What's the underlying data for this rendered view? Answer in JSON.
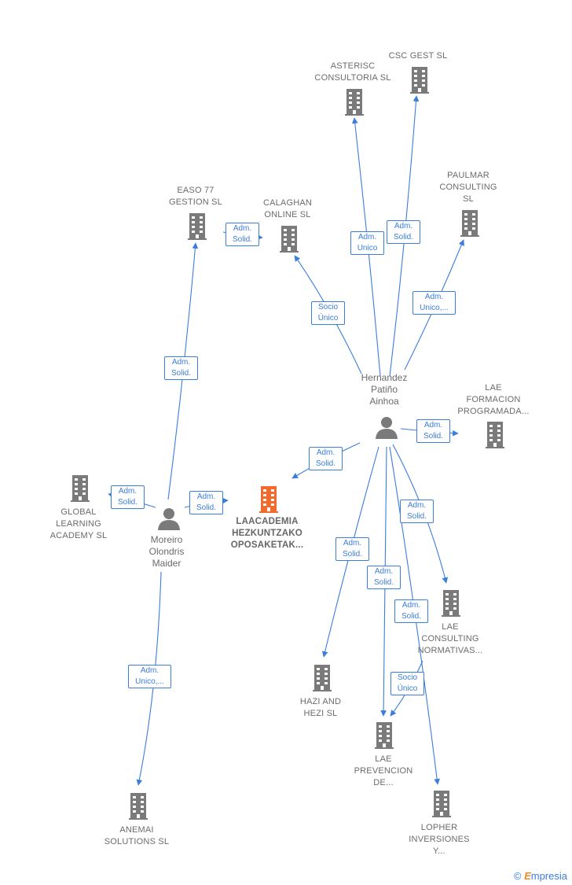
{
  "colors": {
    "edge": "#3b7ddd",
    "company": "#7a7a7a",
    "focus": "#f26a2e",
    "person": "#7a7a7a"
  },
  "nodes": {
    "asterisc": [
      "ASTERISC",
      "CONSULTORIA SL"
    ],
    "csc": [
      "CSC GEST  SL"
    ],
    "paulmar": [
      "PAULMAR",
      "CONSULTING",
      "SL"
    ],
    "easo": [
      "EASO 77",
      "GESTION SL"
    ],
    "calaghan": [
      "CALAGHAN",
      "ONLINE SL"
    ],
    "lae_formacion": [
      "LAE",
      "FORMACION",
      "PROGRAMADA..."
    ],
    "global": [
      "GLOBAL",
      "LEARNING",
      "ACADEMY  SL"
    ],
    "laacademia": [
      "LAACADEMIA",
      "HEZKUNTZAKO",
      "OPOSAKETAK..."
    ],
    "lae_consulting": [
      "LAE",
      "CONSULTING",
      "NORMATIVAS..."
    ],
    "hazi": [
      "HAZI AND",
      "HEZI  SL"
    ],
    "lae_prevencion": [
      "LAE",
      "PREVENCION",
      "DE..."
    ],
    "anemai": [
      "ANEMAI",
      "SOLUTIONS  SL"
    ],
    "lopher": [
      "LOPHER",
      "INVERSIONES",
      "Y..."
    ]
  },
  "persons": {
    "hernandez": [
      "Hernandez",
      "Patiño",
      "Ainhoa"
    ],
    "moreiro": [
      "Moreiro",
      "Olondris",
      "Maider"
    ]
  },
  "edge_labels": {
    "e_asterisc": [
      "Adm.",
      "Unico"
    ],
    "e_csc": [
      "Adm.",
      "Solid."
    ],
    "e_paulmar": [
      "Adm.",
      "Unico,..."
    ],
    "e_calaghan_socio": [
      "Socio",
      "Único"
    ],
    "e_easo_calaghan": [
      "Adm.",
      "Solid."
    ],
    "e_moreiro_easo": [
      "Adm.",
      "Solid."
    ],
    "e_lae_formacion": [
      "Adm.",
      "Solid."
    ],
    "e_hernandez_laacademia": [
      "Adm.",
      "Solid."
    ],
    "e_moreiro_global": [
      "Adm.",
      "Solid."
    ],
    "e_moreiro_laacademia": [
      "Adm.",
      "Solid."
    ],
    "e_lae_consulting": [
      "Adm.",
      "Solid."
    ],
    "e_hazi": [
      "Adm.",
      "Solid."
    ],
    "e_lae_prevencion": [
      "Adm.",
      "Solid."
    ],
    "e_lopher": [
      "Adm.",
      "Solid."
    ],
    "e_prevencion_socio": [
      "Socio",
      "Único"
    ],
    "e_anemai": [
      "Adm.",
      "Unico,..."
    ]
  },
  "footer": {
    "copyright": "©",
    "brand_first": "E",
    "brand_rest": "mpresia"
  }
}
